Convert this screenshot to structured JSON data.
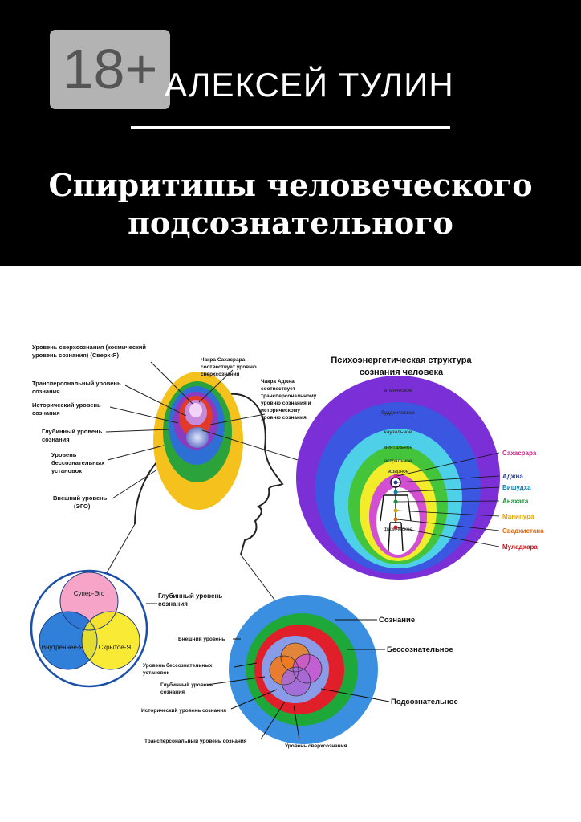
{
  "badge": {
    "age": "18+"
  },
  "author": "АЛЕКСЕЙ ТУЛИН",
  "title": {
    "line1": "Спиритипы человеческого",
    "line2": "подсознательного"
  },
  "colors": {
    "header_bg": "#000000",
    "badge_bg": "#b3b3b3",
    "text_light": "#ffffff"
  },
  "head_diagram": {
    "labels": {
      "superconscious_1": "Уровень сверхсознания (космический",
      "superconscious_2": "уровень сознания) (Сверх-Я)",
      "transpersonal_1": "Трансперсональный уровень",
      "transpersonal_2": "сознания",
      "historical_1": "Исторический уровень",
      "historical_2": "сознания",
      "deep_1": "Глубинный уровень",
      "deep_2": "сознания",
      "unconscious_1": "Уровень",
      "unconscious_2": "бессознательных",
      "unconscious_3": "установок",
      "outer_1": "Внешний уровень",
      "outer_2": "(ЭГО)",
      "sahasrara_1": "Чакра Сахасрара",
      "sahasrara_2": "соотвествует уровню",
      "sahasrara_3": "сверхсознания",
      "ajna_1": "Чакра Аджна",
      "ajna_2": "соотвествует",
      "ajna_3": "трансперсональному",
      "ajna_4": "уровню сознания и",
      "ajna_5": "историческому",
      "ajna_6": "уровню сознания"
    }
  },
  "aura_diagram": {
    "title_1": "Психоэнергетическая структура",
    "title_2": "сознания человека",
    "layers": [
      "атмическое",
      "буддхическое",
      "каузальное",
      "ментальное",
      "астральное",
      "эфирное",
      "физическое"
    ],
    "chakras": [
      {
        "name": "Сахасрара",
        "color": "#cc2a86"
      },
      {
        "name": "Аджна",
        "color": "#2a3c9e"
      },
      {
        "name": "Вишудха",
        "color": "#0f7fb4"
      },
      {
        "name": "Анахата",
        "color": "#1f8f3a"
      },
      {
        "name": "Манипура",
        "color": "#e0a800"
      },
      {
        "name": "Свадхистана",
        "color": "#e36a10"
      },
      {
        "name": "Муладхара",
        "color": "#c9141c"
      }
    ]
  },
  "venn_diagram": {
    "circles": [
      "Супер-Эго",
      "Внутреннее-Я",
      "Скрытое-Я"
    ],
    "label_1": "Глубинный уровень",
    "label_2": "сознания"
  },
  "levels_diagram": {
    "right": [
      "Сознание",
      "Бессознательное",
      "Подсознательное"
    ],
    "left": {
      "outer": "Внешний уровень",
      "unconscious_1": "Уровень бессознательных",
      "unconscious_2": "установок",
      "deep_1": "Глубинный уровень",
      "deep_2": "сознания",
      "historical": "Исторический уровень сознания",
      "transpersonal": "Трансперсональный уровень сознания",
      "superconscious": "Уровень сверхсознания"
    }
  }
}
